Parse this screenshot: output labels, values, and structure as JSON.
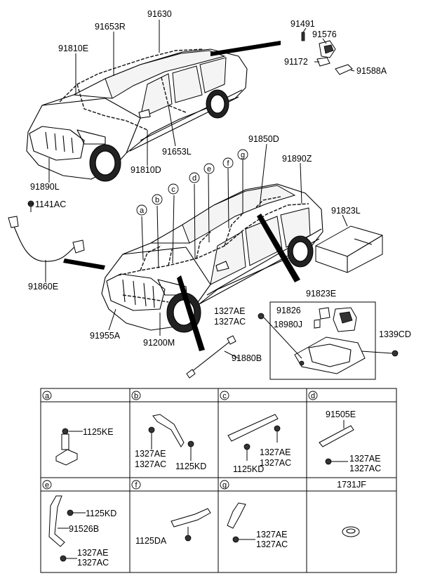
{
  "callouts": {
    "c91630": "91630",
    "c91653R": "91653R",
    "c91810E": "91810E",
    "c91491": "91491",
    "c91576": "91576",
    "c91172": "91172",
    "c91588A": "91588A",
    "c91653L": "91653L",
    "c91810D": "91810D",
    "c91890L": "91890L",
    "c91850D": "91850D",
    "c91890Z": "91890Z",
    "c1141AC": "1141AC",
    "c91823L": "91823L",
    "c91860E": "91860E",
    "c91823E": "91823E",
    "c1327AE_main": "1327AE",
    "c1327AC_main": "1327AC",
    "c91826": "91826",
    "c18980J": "18980J",
    "c1339CD": "1339CD",
    "c91955A": "91955A",
    "c91200M": "91200M",
    "c91880B": "91880B"
  },
  "letters": [
    "a",
    "b",
    "c",
    "d",
    "e",
    "f",
    "g"
  ],
  "table": {
    "a": {
      "label": "a",
      "p1": "1125KE"
    },
    "b": {
      "label": "b",
      "p1": "1327AE",
      "p2": "1327AC",
      "p3": "1125KD"
    },
    "c": {
      "label": "c",
      "p1": "1327AE",
      "p2": "1327AC",
      "p3": "1125KD"
    },
    "d": {
      "label": "d",
      "p0": "91505E",
      "p1": "1327AE",
      "p2": "1327AC"
    },
    "e": {
      "label": "e",
      "p1": "1125KD",
      "p2": "91526B",
      "p3": "1327AE",
      "p4": "1327AC"
    },
    "f": {
      "label": "f",
      "p1": "1125DA"
    },
    "g": {
      "label": "g",
      "p1": "1327AE",
      "p2": "1327AC"
    },
    "h": {
      "title": "1731JF"
    }
  }
}
